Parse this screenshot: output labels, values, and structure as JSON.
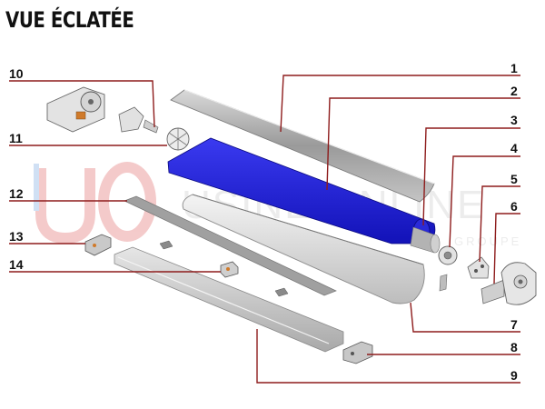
{
  "title": "VUE ÉCLATÉE",
  "watermark": {
    "brand": "USINE ONLINE",
    "tagline": "GROUPE"
  },
  "callouts": {
    "n1": "1",
    "n2": "2",
    "n3": "3",
    "n4": "4",
    "n5": "5",
    "n6": "6",
    "n7": "7",
    "n8": "8",
    "n9": "9",
    "n10": "10",
    "n11": "11",
    "n12": "12",
    "n13": "13",
    "n14": "14"
  },
  "colors": {
    "leader": "#8e1c1c",
    "fabric": "#1f1fd6",
    "aluminium": "#b8b8b8",
    "watermark": "#e06a6a"
  }
}
